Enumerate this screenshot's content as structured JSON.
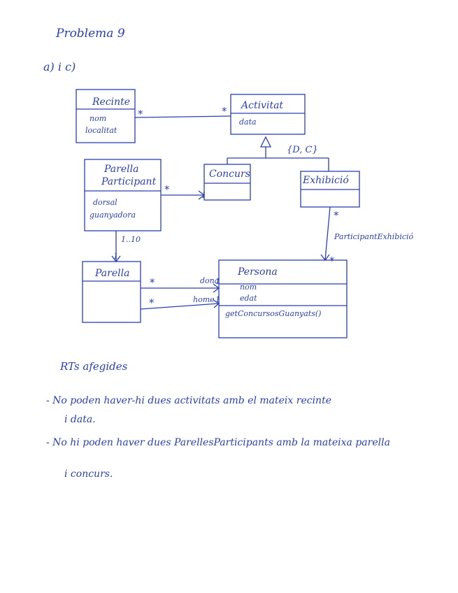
{
  "header": {
    "title": "Problema 9",
    "subtitle": "a) i c)"
  },
  "diagram": {
    "classes": {
      "recinte": {
        "name": "Recinte",
        "attrs": [
          "nom",
          "localitat"
        ]
      },
      "activitat": {
        "name": "Activitat",
        "attrs": [
          "data"
        ]
      },
      "parella_participant": {
        "name_line1": "Parella",
        "name_line2": "Participant",
        "attrs": [
          "dorsal",
          "guanyadora"
        ]
      },
      "concurs": {
        "name": "Concurs",
        "attrs": []
      },
      "exhibicio": {
        "name": "Exhibició",
        "attrs": []
      },
      "parella": {
        "name": "Parella",
        "attrs": []
      },
      "persona": {
        "name": "Persona",
        "attrs": [
          "nom",
          "edat"
        ],
        "ops": [
          "getConcursosGuanyats()"
        ]
      }
    },
    "constraint": "{D, C}",
    "multiplicities": {
      "star": "*",
      "one": "1",
      "range": "1..10"
    },
    "roles": {
      "dona": "dona",
      "home": "home",
      "participant_exhibicio": "ParticipantExhibició"
    }
  },
  "notes": {
    "title": "RTs afegides",
    "items": [
      {
        "line1": "- No poden haver-hi dues activitats amb el mateix recinte",
        "line2": "i data."
      },
      {
        "line1": "- No hi poden haver dues ParellesParticipants amb la mateixa parella",
        "line2": "i concurs."
      }
    ]
  }
}
